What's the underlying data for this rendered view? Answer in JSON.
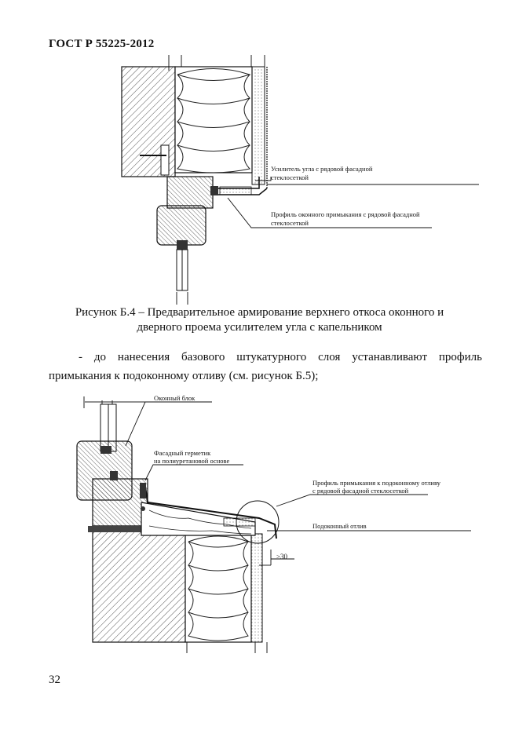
{
  "header": {
    "standard": "ГОСТ Р 55225-2012"
  },
  "figure_b4": {
    "labels": {
      "corner_reinforcement": "Усилитель угла с рядовой фасадной стеклосеткой",
      "window_profile": "Профиль оконного примыкания с рядовой фасадной стеклосеткой"
    },
    "caption_line1": "Рисунок Б.4 – Предварительное армирование верхнего откоса оконного и",
    "caption_line2": "дверного проема усилителем угла с капельником"
  },
  "body_text": {
    "line1": "- до нанесения базового штукатурного слоя устанавливают профиль",
    "line2": "примыкания к подоконному отливу (см. рисунок Б.5);"
  },
  "figure_b5": {
    "labels": {
      "window_block": "Оконный блок",
      "facade_sealant_1": "Фасадный герметик",
      "facade_sealant_2": "на полиуретановой основе",
      "sill_profile_1": "Профиль примыкания к подоконному отливу",
      "sill_profile_2": "с рядовой фасадной стеклосеткой",
      "window_sill": "Подоконный отлив",
      "dimension": "≥30"
    }
  },
  "page_number": "32"
}
